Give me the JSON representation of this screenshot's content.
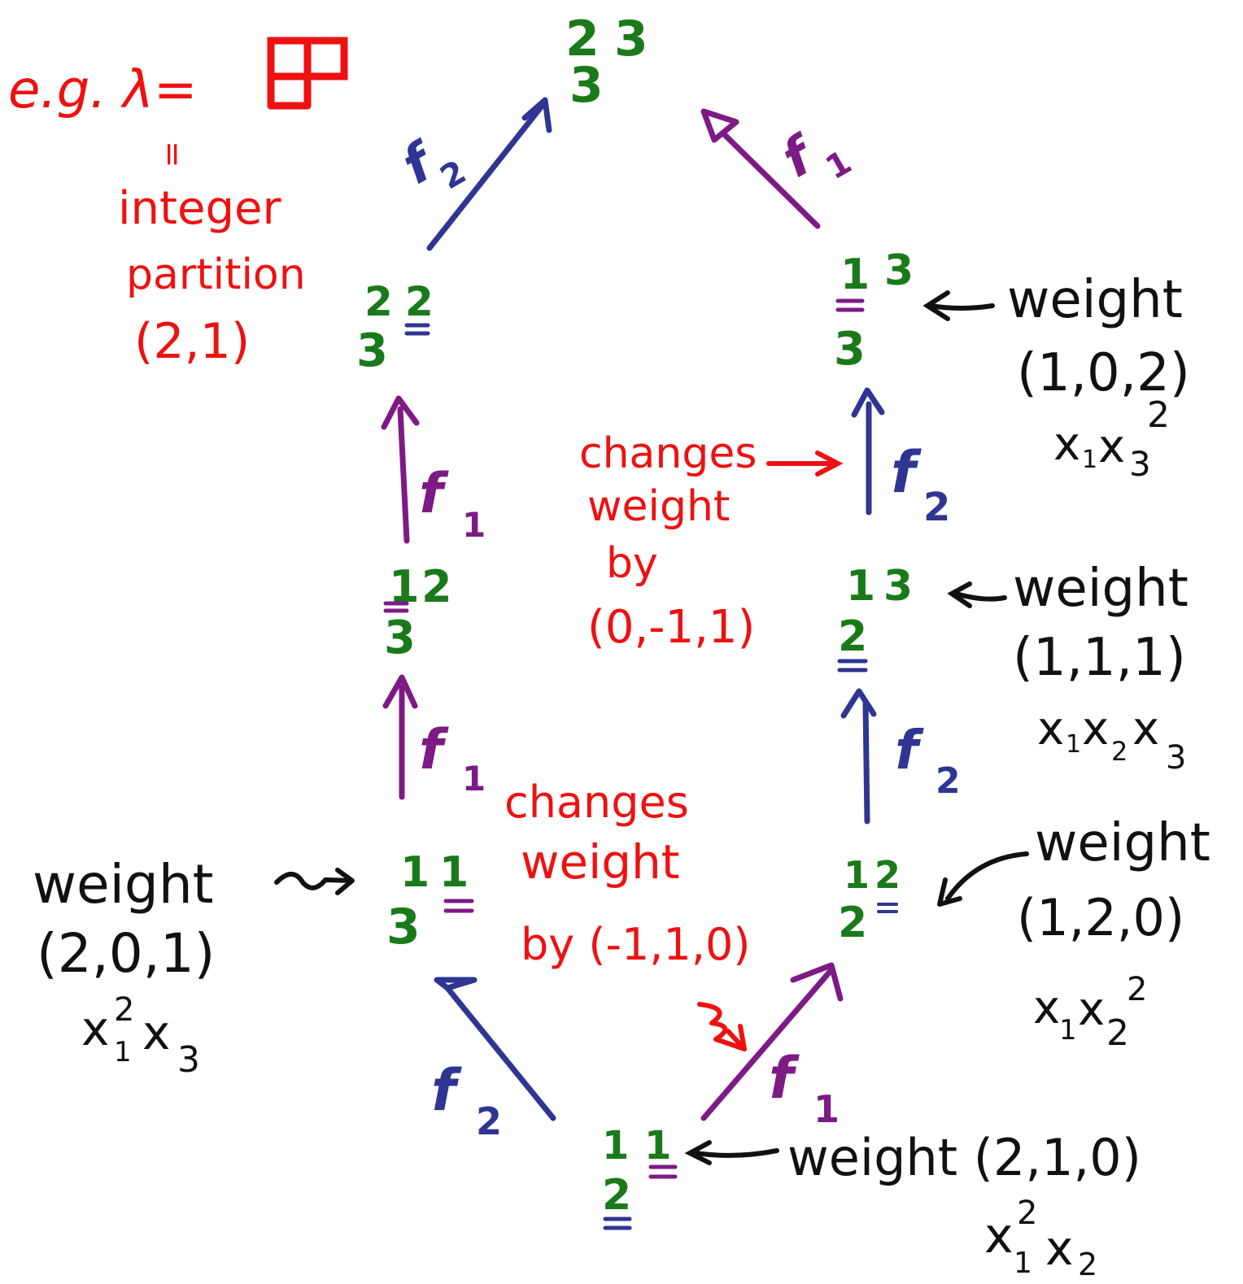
{
  "colors": {
    "red": "#ee1111",
    "green": "#1a7a1a",
    "blue": "#2e3592",
    "purple": "#7d1a85",
    "black": "#111111"
  },
  "intro": {
    "eg": "e.g. λ=",
    "equals_sign": "=",
    "line1": "integer",
    "line2": "partition",
    "line3": "(2,1)"
  },
  "tableaux": {
    "top": {
      "row1_a": "2",
      "row1_b": "3",
      "row2": "3"
    },
    "left_upper": {
      "row1_a": "2",
      "row1_b": "2",
      "row2": "3"
    },
    "left_middle": {
      "row1_a": "1",
      "row1_b": "2",
      "row2": "3"
    },
    "left_lower": {
      "row1_a": "1",
      "row1_b": "1",
      "row2": "3"
    },
    "right_upper": {
      "row1_a": "1",
      "row1_b": "3",
      "row2": "3"
    },
    "right_middle": {
      "row1_a": "1",
      "row1_b": "3",
      "row2": "2"
    },
    "right_lower": {
      "row1_a": "1",
      "row1_b": "2",
      "row2": "2"
    },
    "bottom": {
      "row1_a": "1",
      "row1_b": "1",
      "row2": "2"
    }
  },
  "operators": {
    "f1": "f",
    "f1_sub": "1",
    "f2": "f",
    "f2_sub": "2"
  },
  "annotations": {
    "changes_top": {
      "line1": "changes",
      "line2": "weight",
      "line3": "by",
      "line4": "(0,-1,1)"
    },
    "changes_bottom": {
      "line1": "changes",
      "line2": "weight",
      "line3": "by (-1,1,0)"
    }
  },
  "weights": {
    "bottom": {
      "label": "weight (2,1,0)",
      "mono_base": "x",
      "mono_sub1": "1",
      "mono_sup1": "2",
      "mono_base2": "x",
      "mono_sub2": "2"
    },
    "left": {
      "label": "weight",
      "tuple": "(2,0,1)",
      "mono_base": "x",
      "mono_sub1": "1",
      "mono_sup1": "2",
      "mono_base2": "x",
      "mono_sub2": "3"
    },
    "right_lower": {
      "label": "weight",
      "tuple": "(1,2,0)",
      "mono_base": "x",
      "mono_sub1": "1",
      "mono_base2": "x",
      "mono_sub2": "2",
      "mono_sup2": "2"
    },
    "right_middle": {
      "label": "weight",
      "tuple": "(1,1,1)",
      "mono_base": "x",
      "mono_sub1": "1",
      "mono_base2": "x",
      "mono_sub2": "2",
      "mono_base3": "x",
      "mono_sub3": "3"
    },
    "right_upper": {
      "label": "weight",
      "tuple": "(1,0,2)",
      "mono_base": "x",
      "mono_sub1": "1",
      "mono_base2": "x",
      "mono_sub2": "3",
      "mono_sup2": "2"
    }
  }
}
